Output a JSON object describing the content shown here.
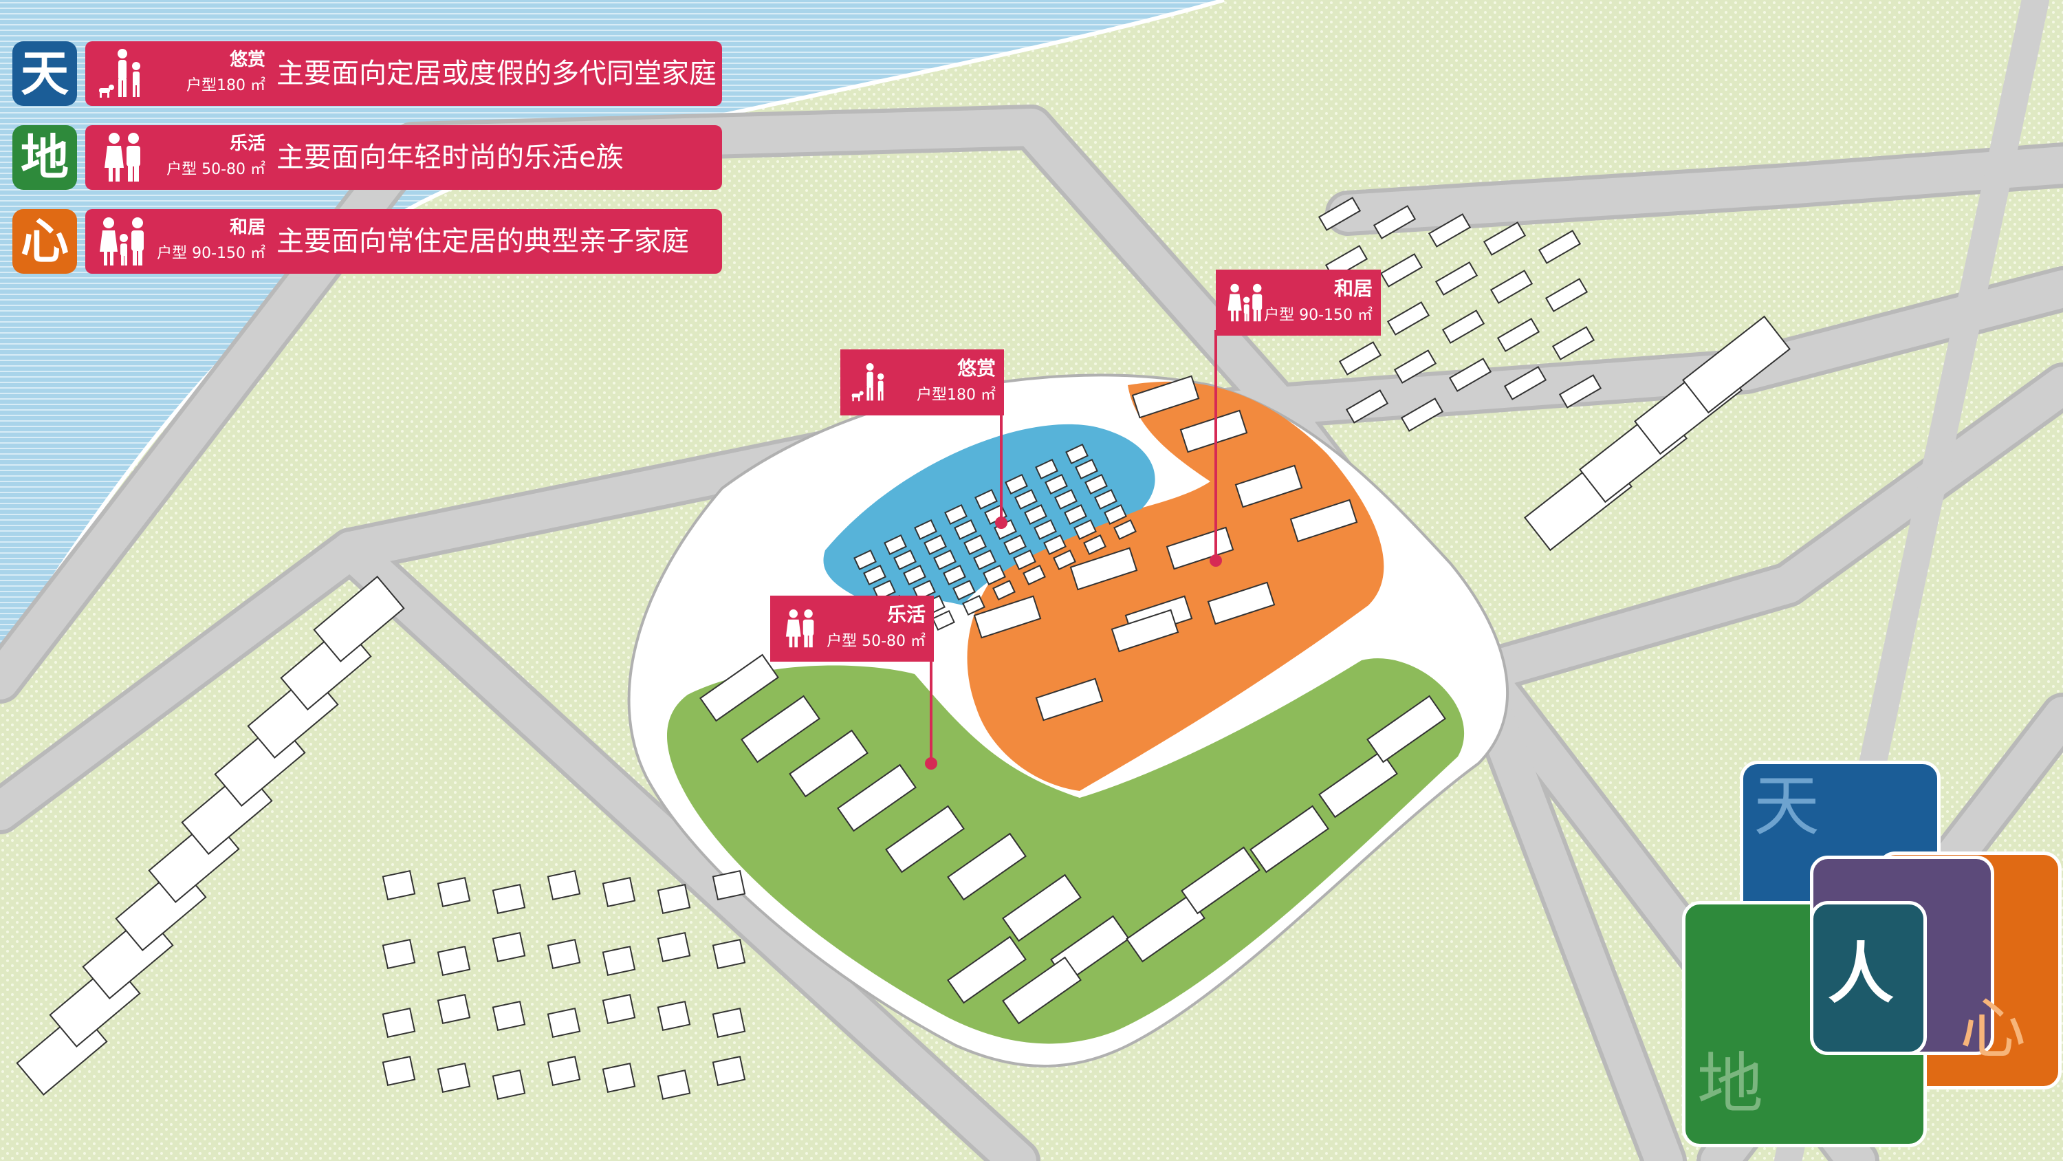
{
  "legend": [
    {
      "char": "天",
      "char_color": "#1b5d97",
      "type": "悠赏",
      "area": "户型180 ㎡",
      "desc": "主要面向定居或度假的多代同堂家庭",
      "icon": "parent-child-dog-icon"
    },
    {
      "char": "地",
      "char_color": "#2e8a3b",
      "type": "乐活",
      "area": "户型 50-80 ㎡",
      "desc": "主要面向年轻时尚的乐活e族",
      "icon": "young-couple-icon"
    },
    {
      "char": "心",
      "char_color": "#e06a14",
      "type": "和居",
      "area": "户型 90-150 ㎡",
      "desc": "主要面向常住定居的典型亲子家庭",
      "icon": "family-icon"
    }
  ],
  "tags": {
    "youshang": {
      "name": "悠赏",
      "area": "户型180 ㎡",
      "icon": "parent-child-dog-icon"
    },
    "lehuo": {
      "name": "乐活",
      "area": "户型 50-80 ㎡",
      "icon": "young-couple-icon"
    },
    "heju": {
      "name": "和居",
      "area": "户型 90-150 ㎡",
      "icon": "family-icon"
    }
  },
  "zones": {
    "youshang_color": "#57b3d9",
    "heju_color": "#f28a3e",
    "lehuo_color": "#8dbb5a"
  },
  "logo": {
    "tian": "天",
    "ren": "人",
    "xin": "心",
    "di": "地"
  },
  "colors": {
    "label_red": "#d62a55",
    "water": "#a9d4ea",
    "land": "#dfe9c3",
    "road": "#c8c8c8"
  }
}
